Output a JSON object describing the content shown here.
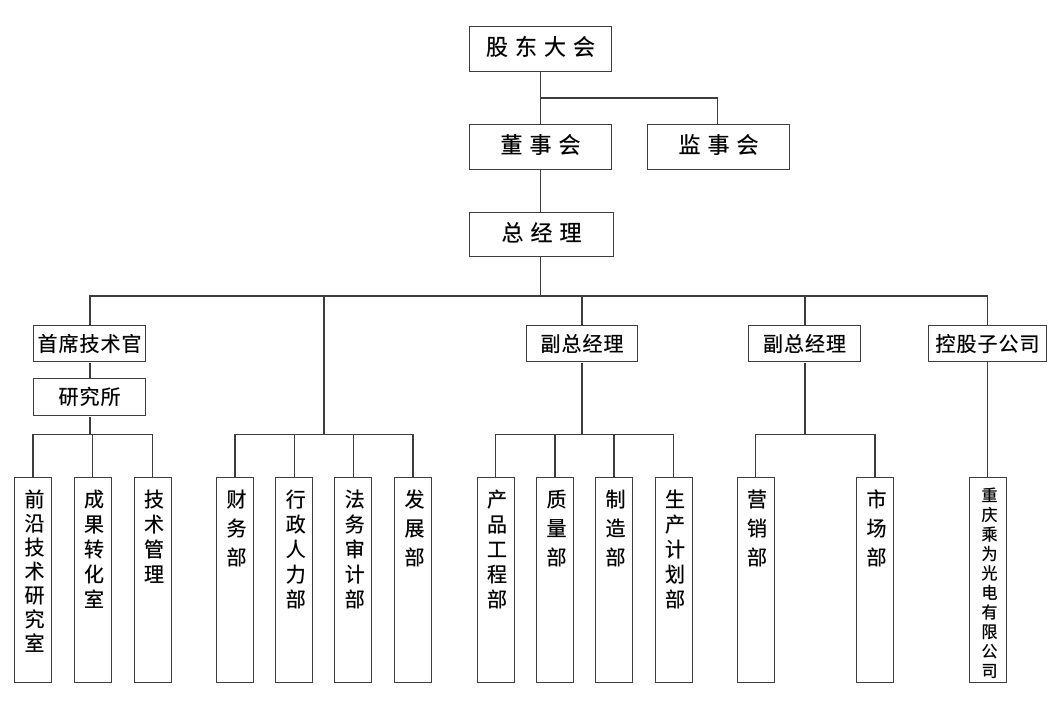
{
  "nodes": {
    "shareholders": {
      "label": "股东大会"
    },
    "board": {
      "label": "董事会"
    },
    "supervisory": {
      "label": "监事会"
    },
    "gm": {
      "label": "总经理"
    },
    "cto": {
      "label": "首席技术官"
    },
    "institute": {
      "label": "研究所"
    },
    "vgm1": {
      "label": "副总经理"
    },
    "vgm2": {
      "label": "副总经理"
    },
    "holding": {
      "label": "控股子公司"
    }
  },
  "departments": {
    "institute_children": [
      "前沿技术研究室",
      "成果转化室",
      "技术管理"
    ],
    "gm_children": [
      "财务部",
      "行政人力部",
      "法务审计部",
      "发展部"
    ],
    "vgm1_children": [
      "产品工程部",
      "质量部",
      "制造部",
      "生产计划部"
    ],
    "vgm2_children": [
      "营销部",
      "市场部"
    ],
    "holding_children": [
      "重庆乘为光电有限公司"
    ]
  },
  "colors": {
    "line": "#3d3d3d",
    "background": "#ffffff",
    "text": "#000000"
  }
}
